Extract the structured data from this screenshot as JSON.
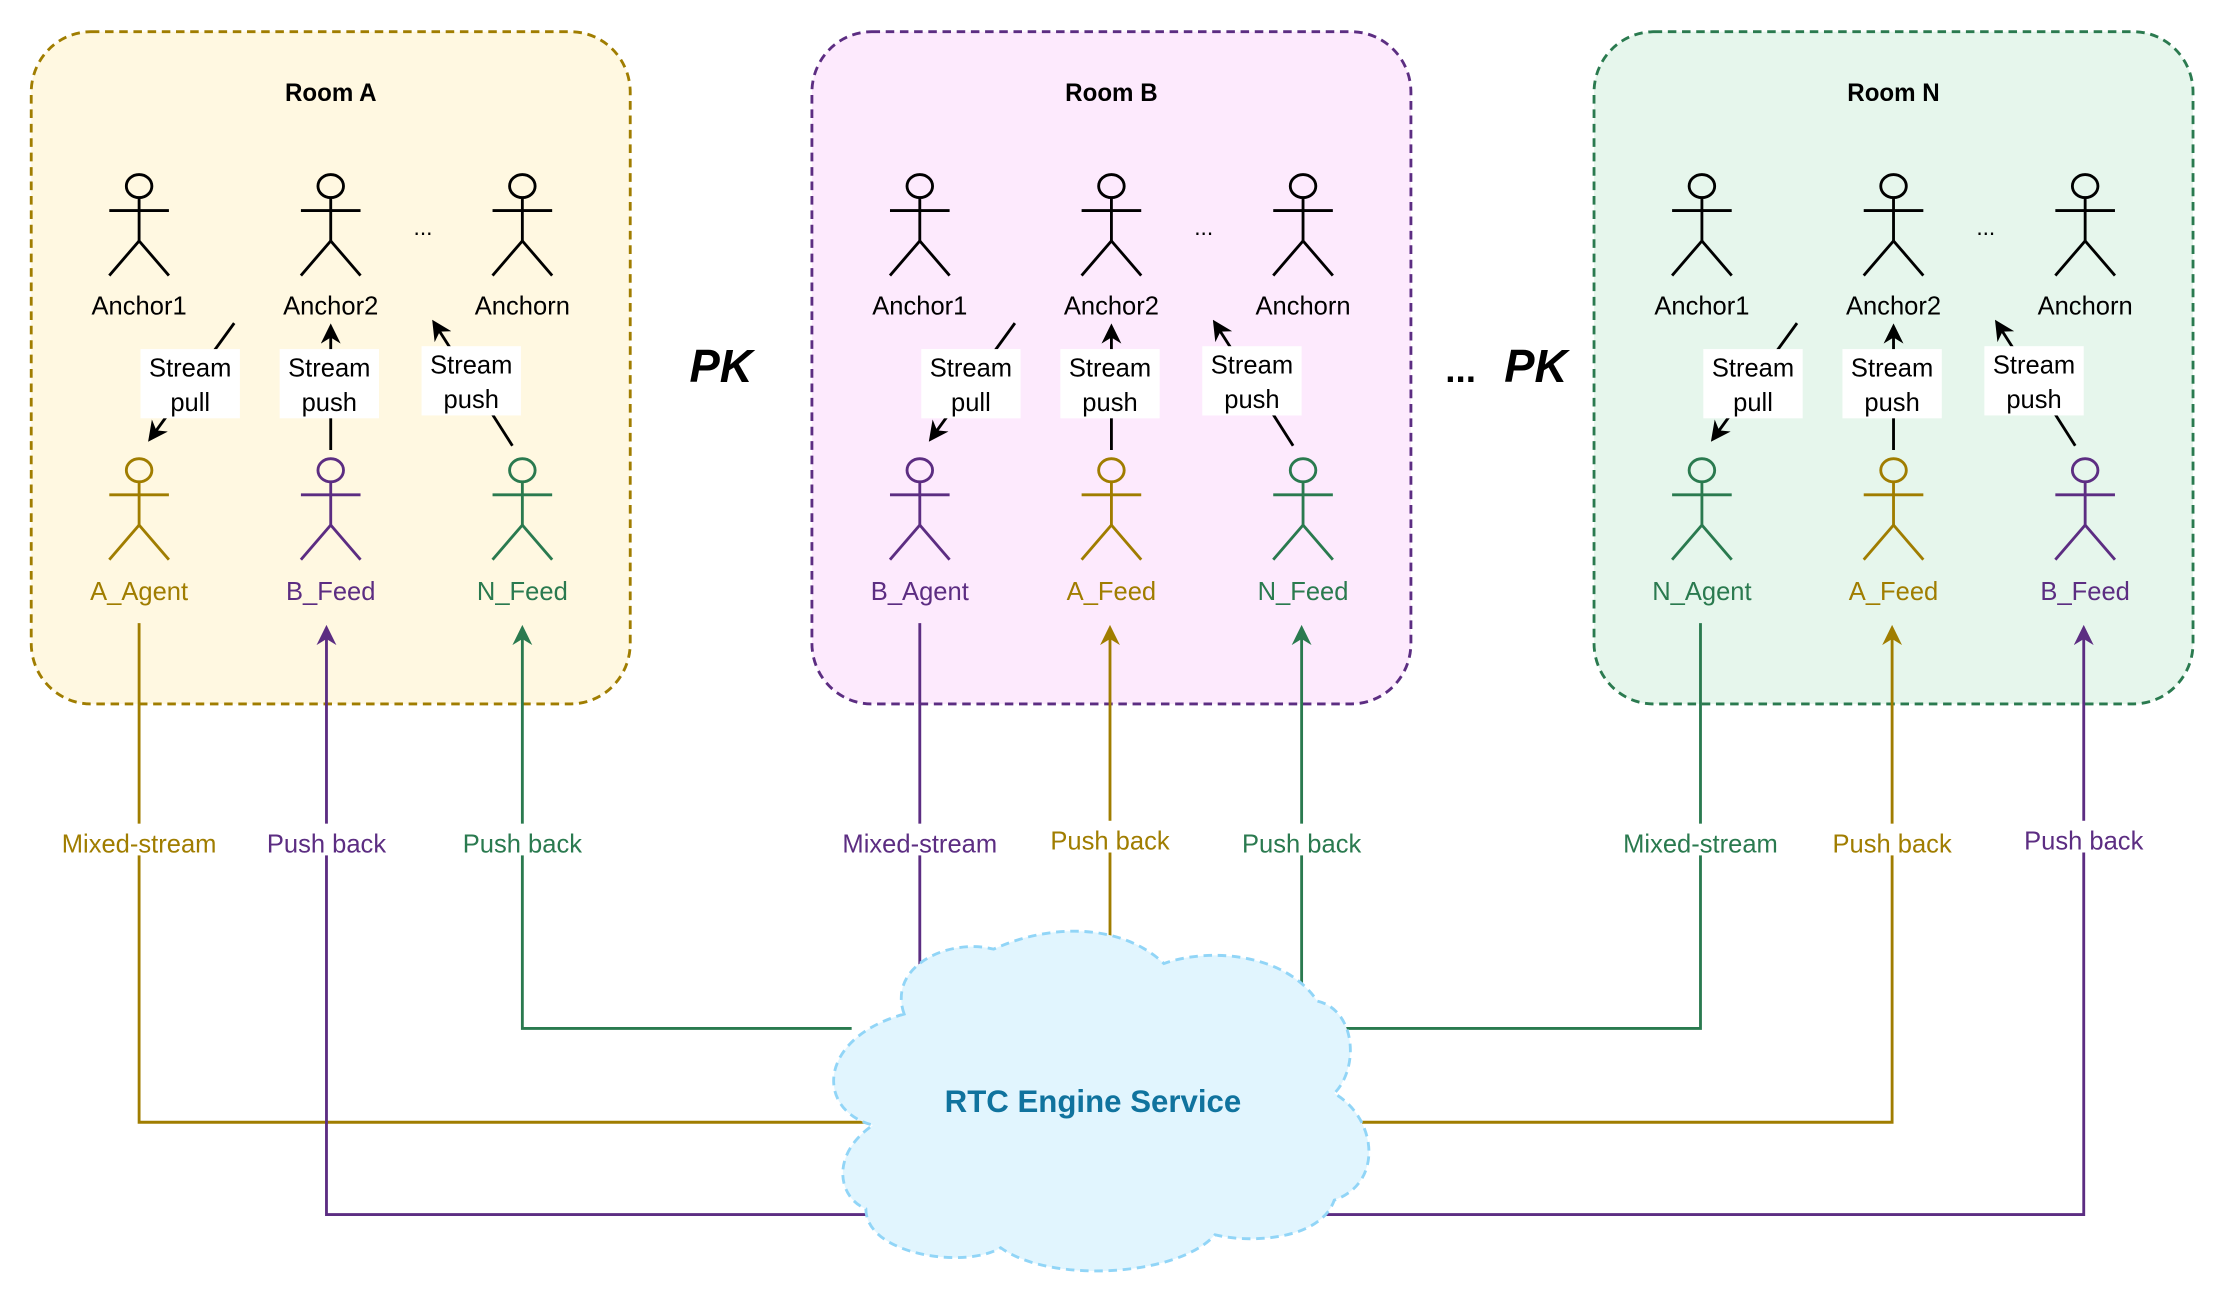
{
  "colors": {
    "room_a_fill": "#fff8e1",
    "room_a_stroke": "#a07d00",
    "room_b_fill": "#fdeafd",
    "room_b_stroke": "#5c2d82",
    "room_n_fill": "#e6f6ec",
    "room_n_stroke": "#2a7a4f",
    "gold": "#a07d00",
    "purple": "#5c2d82",
    "green": "#2a7a4f",
    "black": "#000000",
    "cloud_fill": "#e1f5fe",
    "cloud_stroke": "#91d5f7",
    "service_text": "#10739e"
  },
  "rooms": [
    {
      "title": "Room A",
      "anchors": [
        "Anchor1",
        "Anchor2",
        "Anchorn"
      ],
      "ellipsis": "...",
      "edges": [
        {
          "label_line1": "Stream",
          "label_line2": "pull"
        },
        {
          "label_line1": "Stream",
          "label_line2": "push"
        },
        {
          "label_line1": "Stream",
          "label_line2": "push"
        }
      ],
      "agents": [
        {
          "label": "A_Agent",
          "color": "gold"
        },
        {
          "label": "B_Feed",
          "color": "purple"
        },
        {
          "label": "N_Feed",
          "color": "green"
        }
      ]
    },
    {
      "title": "Room B",
      "anchors": [
        "Anchor1",
        "Anchor2",
        "Anchorn"
      ],
      "ellipsis": "...",
      "edges": [
        {
          "label_line1": "Stream",
          "label_line2": "pull"
        },
        {
          "label_line1": "Stream",
          "label_line2": "push"
        },
        {
          "label_line1": "Stream",
          "label_line2": "push"
        }
      ],
      "agents": [
        {
          "label": "B_Agent",
          "color": "purple"
        },
        {
          "label": "A_Feed",
          "color": "gold"
        },
        {
          "label": "N_Feed",
          "color": "green"
        }
      ]
    },
    {
      "title": "Room N",
      "anchors": [
        "Anchor1",
        "Anchor2",
        "Anchorn"
      ],
      "ellipsis": "...",
      "edges": [
        {
          "label_line1": "Stream",
          "label_line2": "pull"
        },
        {
          "label_line1": "Stream",
          "label_line2": "push"
        },
        {
          "label_line1": "Stream",
          "label_line2": "push"
        }
      ],
      "agents": [
        {
          "label": "N_Agent",
          "color": "green"
        },
        {
          "label": "A_Feed",
          "color": "gold"
        },
        {
          "label": "B_Feed",
          "color": "purple"
        }
      ]
    }
  ],
  "pk_labels": [
    "PK",
    "PK"
  ],
  "between_ellipsis": "...",
  "connection_labels": [
    "Mixed-stream",
    "Push back",
    "Push back",
    "Mixed-stream",
    "Push back",
    "Push back",
    "Mixed-stream",
    "Push back",
    "Push back"
  ],
  "service": {
    "label": "RTC Engine Service"
  }
}
